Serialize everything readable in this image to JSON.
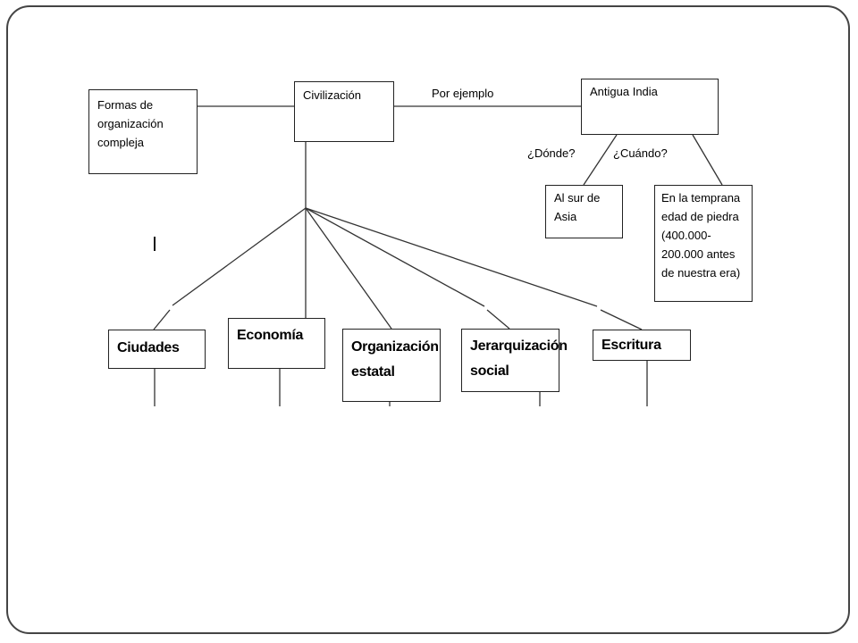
{
  "nodes": {
    "formas": "Formas de organización compleja",
    "civilizacion": "Civilización",
    "antigua_india": "Antigua India",
    "sur_asia": "Al sur de Asia",
    "temprana": "En la temprana edad de piedra (400.000-200.000 antes de nuestra era)",
    "ciudades": "Ciudades",
    "economia": "Economía",
    "organizacion": "Organización estatal",
    "jerarquizacion": "Jerarquización social",
    "escritura": "Escritura"
  },
  "edge_labels": {
    "por_ejemplo": "Por ejemplo",
    "donde": "¿Dónde?",
    "cuando": "¿Cuándo?"
  }
}
